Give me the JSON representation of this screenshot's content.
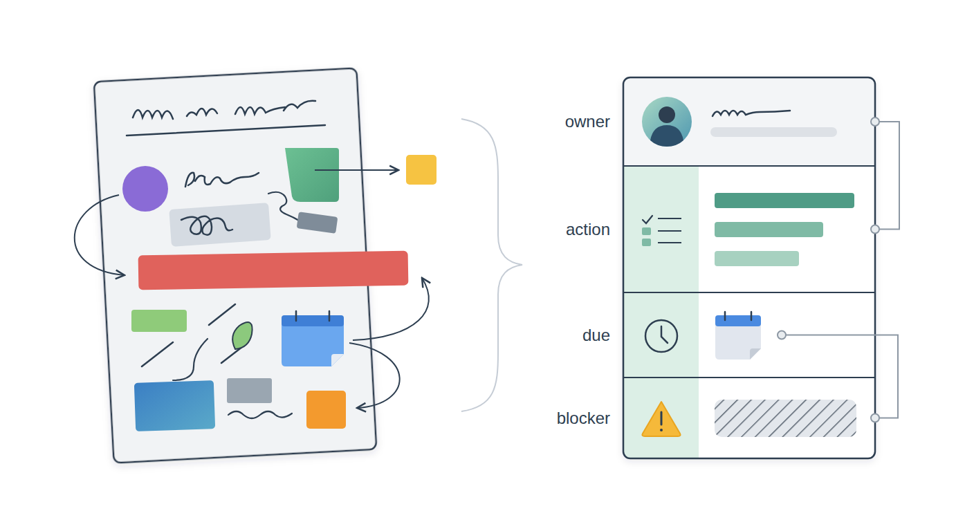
{
  "diagram": {
    "nodes": [
      {
        "text": [
          "owner"
        ]
      },
      {
        "text": [
          "action"
        ]
      },
      {
        "text": [
          "due"
        ]
      },
      {
        "text": [
          "blocker"
        ]
      }
    ],
    "edges": [
      {
        "from": 0,
        "to": 1,
        "arrow": "none"
      },
      {
        "from": 2,
        "to": 3,
        "arrow": "none"
      }
    ]
  }
}
